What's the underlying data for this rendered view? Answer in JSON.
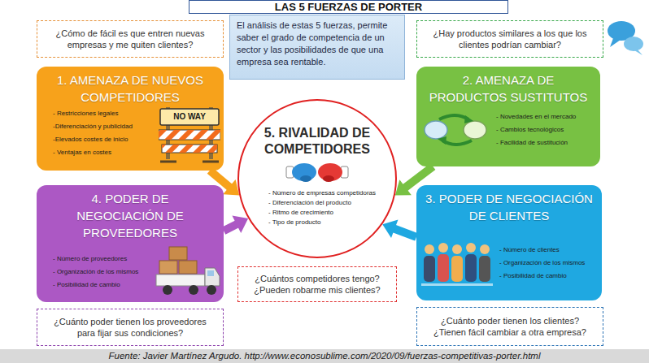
{
  "diagram": {
    "title": "LAS 5 FUERZAS DE PORTER",
    "caption": "Fuente: Javier Martínez Argudo. http://www.econosublime.com/2020/09/fuerzas-competitivas-porter.html",
    "nodes": [
      {
        "text": [
          "¿Cómo de fácil es que entren nuevas empresas y me quiten clientes?"
        ]
      },
      {
        "text": [
          "El análisis de estas 5 fuerzas, permite saber el grado de competencia de un sector y las posibilidades de que una empresa sea rentable."
        ]
      },
      {
        "text": [
          "¿Hay productos similares a los que los clientes podrían cambiar?"
        ]
      },
      {
        "text": [
          "1. AMENAZA DE NUEVOS COMPETIDORES",
          "- Restricciones legales",
          "-Diferenciación y publicidad",
          "-Elevados costes de inicio",
          "- Ventajas en costes"
        ]
      },
      {
        "text": [
          "2. AMENAZA DE PRODUCTOS SUSTITUTOS",
          "- Novedades en el mercado",
          "- Cambios tecnológicos",
          "- Facilidad de sustitución"
        ]
      },
      {
        "text": [
          "5. RIVALIDAD DE COMPETIDORES",
          "- Número de empresas competidoras",
          "- Diferenciación del producto",
          "- Ritmo de crecimiento",
          "- Tipo de producto"
        ]
      },
      {
        "text": [
          "4. PODER DE NEGOCIACIÓN DE PROVEEDORES",
          "- Número de proveedores",
          "- Organización de los mismos",
          "- Posibilidad de cambio"
        ]
      },
      {
        "text": [
          "3. PODER DE NEGOCIACIÓN DE CLIENTES",
          "- Número de clientes",
          "- Organización de los mismos",
          "- Posibilidad de cambio"
        ]
      },
      {
        "text": [
          "¿Cuántos competidores tengo? ¿Pueden robarme mis clientes?"
        ]
      },
      {
        "text": [
          "¿Cuánto poder tienen los proveedores para fijar sus condiciones?"
        ]
      },
      {
        "text": [
          "¿Cuánto poder tienen los clientes? ¿Tienen fácil cambiar a otra empresa?"
        ]
      }
    ],
    "edges": [
      {
        "from": 3,
        "to": 5,
        "arrow": "to"
      },
      {
        "from": 4,
        "to": 5,
        "arrow": "to"
      },
      {
        "from": 7,
        "to": 5,
        "arrow": "to"
      },
      {
        "from": 6,
        "to": 5,
        "arrow": "to"
      }
    ],
    "labels": [
      "NO WAY"
    ]
  }
}
